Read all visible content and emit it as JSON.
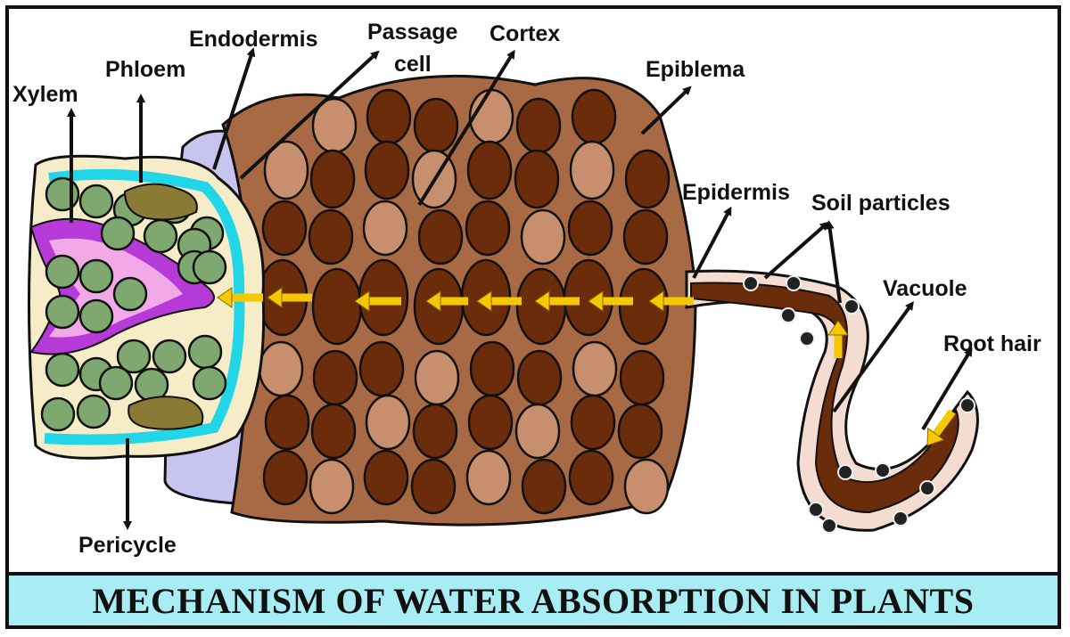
{
  "colors": {
    "cell_dark": "#6b2c0c",
    "cell_light": "#c78f6e",
    "cortex_bg": "#a86a45",
    "endodermis": "#c8c4f0",
    "pericycle": "#f6ecc8",
    "phloem_cyan": "#22d6e8",
    "xylem_green": "#7ea870",
    "purple": "#b53ad8",
    "arrow_yellow": "#f5c800",
    "banner": "#a8ecf4"
  },
  "labels": {
    "xylem": "Xylem",
    "phloem": "Phloem",
    "endodermis": "Endodermis",
    "passage_cell_1": "Passage",
    "passage_cell_2": "cell",
    "cortex": "Cortex",
    "epiblema": "Epiblema",
    "epidermis": "Epidermis",
    "soil_particles": "Soil particles",
    "vacuole": "Vacuole",
    "root_hair": "Root hair",
    "pericycle": "Pericycle"
  },
  "title": "MECHANISM OF WATER ABSORPTION IN PLANTS"
}
